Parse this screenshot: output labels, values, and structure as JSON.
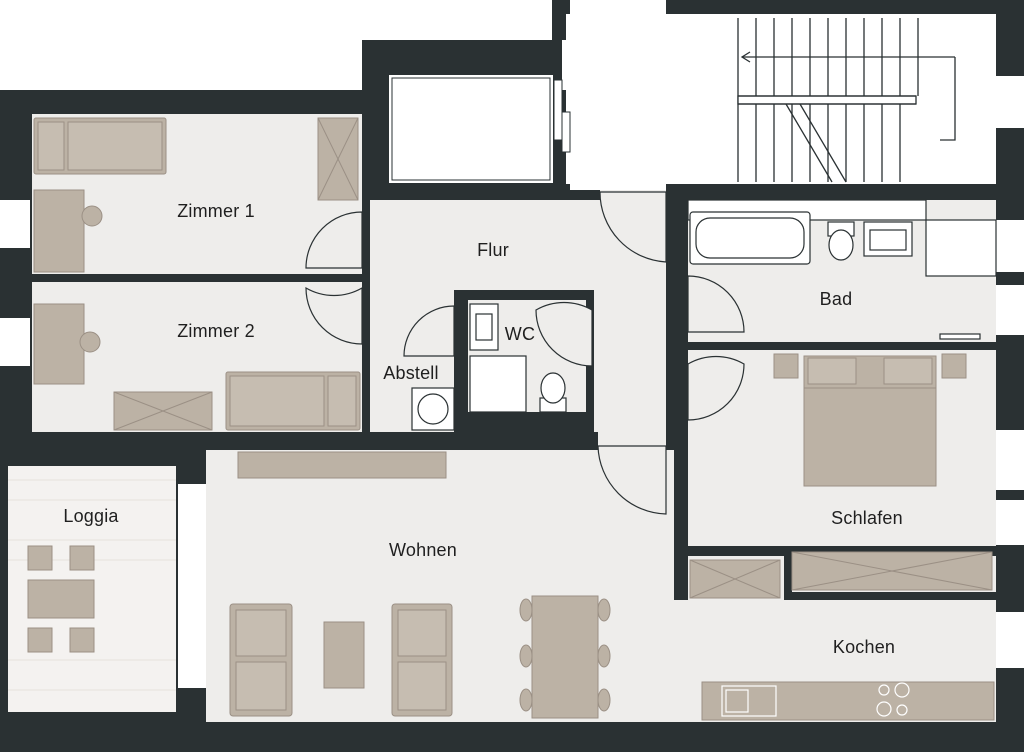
{
  "rooms": {
    "zimmer1": "Zimmer 1",
    "zimmer2": "Zimmer 2",
    "flur": "Flur",
    "wc": "WC",
    "abstell": "Abstell",
    "bad": "Bad",
    "schlafen": "Schlafen",
    "loggia": "Loggia",
    "wohnen": "Wohnen",
    "kochen": "Kochen"
  },
  "colors": {
    "wall": "#2a3133",
    "floor": "#eeedeb",
    "furniture": "#bcb2a5",
    "furniture_edge": "#9b9085",
    "loggia": "#f4f2f0",
    "white": "#ffffff"
  }
}
